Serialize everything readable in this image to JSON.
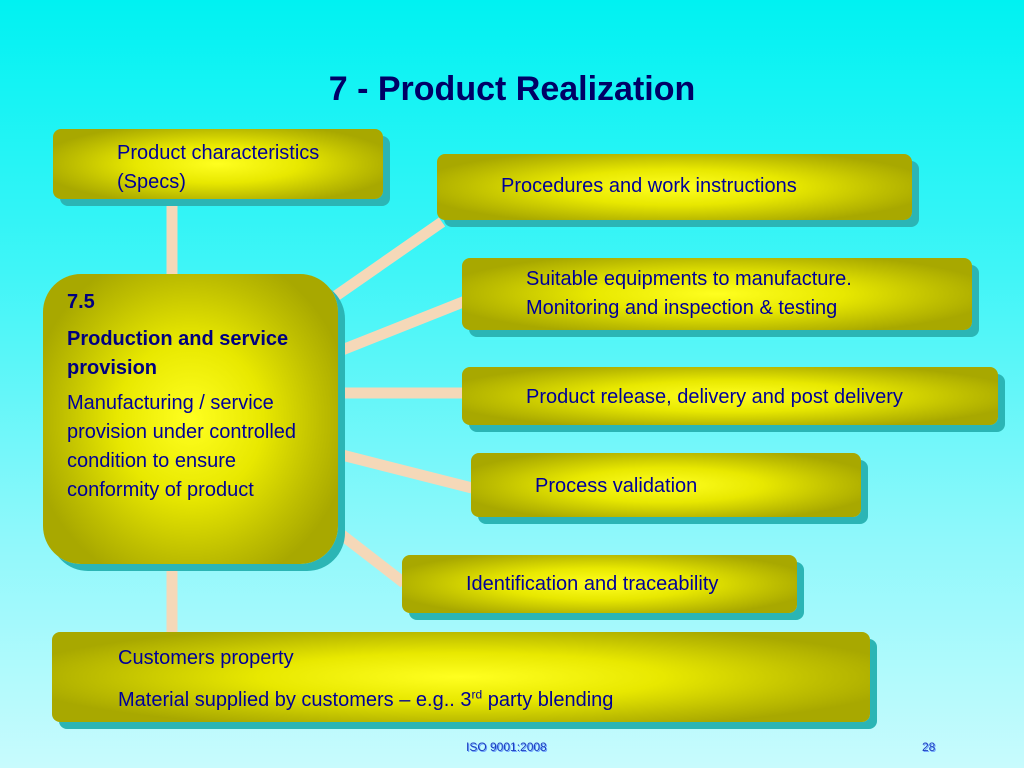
{
  "slide": {
    "title": "7 - Product Realization",
    "center": {
      "number": "7.5",
      "heading": "Production and service provision",
      "description": "Manufacturing / service provision under controlled condition to ensure conformity of product"
    },
    "boxes": {
      "specs": [
        "Product characteristics",
        "(Specs)"
      ],
      "procedures": "Procedures and  work instructions",
      "equipment": [
        "Suitable equipments to manufacture.",
        "Monitoring and inspection & testing"
      ],
      "release": "Product release, delivery and post delivery",
      "validation": "Process validation",
      "identification": "Identification and traceability",
      "customers": {
        "line1": "Customers property",
        "line2_pre": "Material supplied by customers – e.g.. 3",
        "line2_sup": "rd",
        "line2_post": " party blending"
      }
    },
    "footer": {
      "label": "ISO 9001:2008",
      "page": "28"
    }
  },
  "colors": {
    "background_top": "#00f2f2",
    "box_fill": "#e8e800",
    "box_shadow": "#2bb5b5",
    "connector": "#f5d8b8",
    "text": "#000099"
  }
}
